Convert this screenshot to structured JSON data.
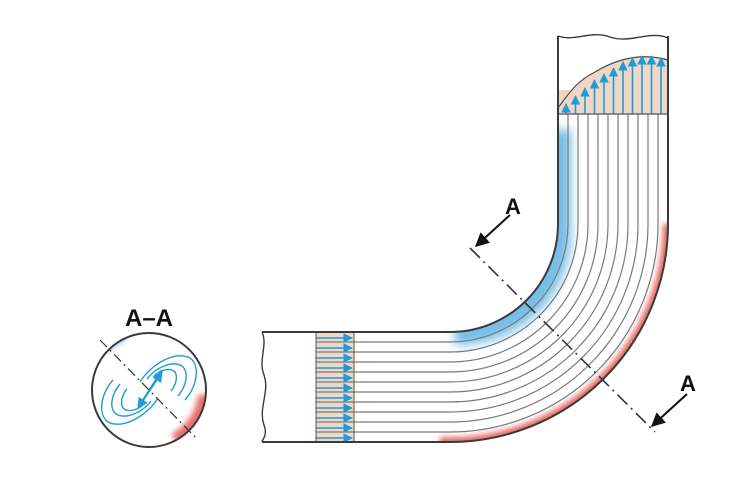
{
  "labels": {
    "section_title": "A–A",
    "section_upper": "A",
    "section_lower": "A"
  },
  "colors": {
    "pipe_outline": "#3a3a3a",
    "streamline": "#7a7a7a",
    "velocity_arrow": "#1f9bd7",
    "profile_fill": "#efd7c6",
    "low_pressure": "#4aa8e0",
    "high_pressure": "#e0483f"
  }
}
